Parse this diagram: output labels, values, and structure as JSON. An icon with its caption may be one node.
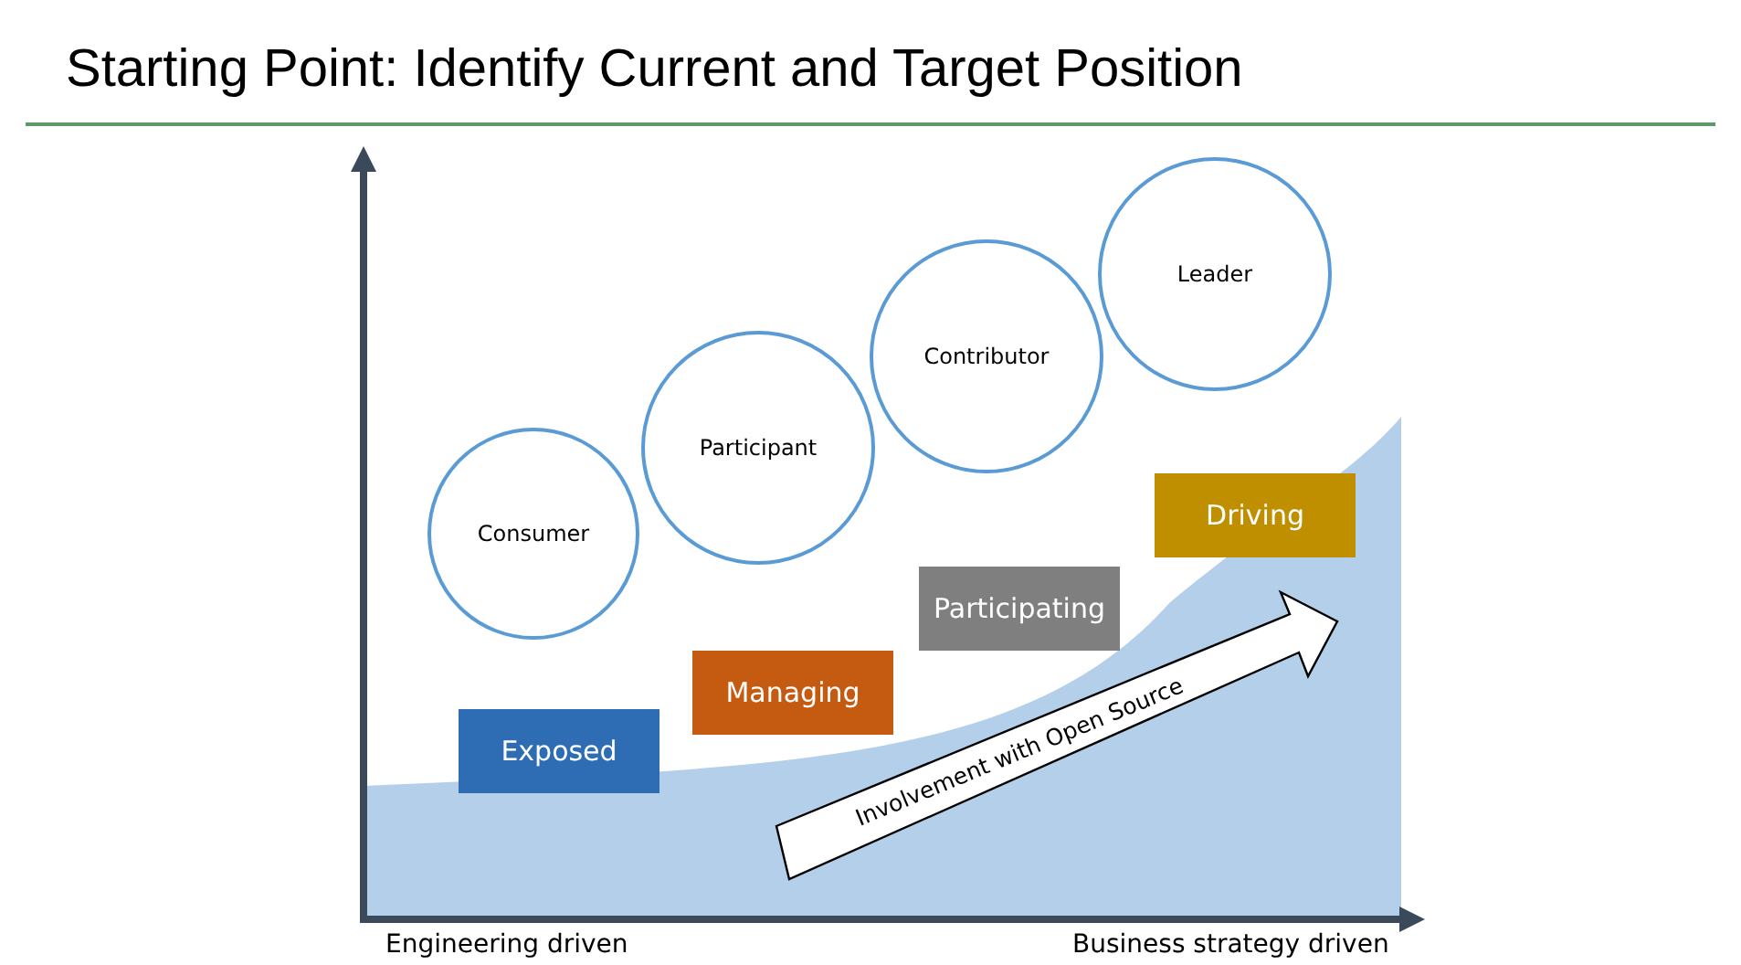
{
  "diagram": {
    "title": "Starting Point: Identify Current and Target Position",
    "nodes": [
      {
        "text": [
          "Consumer"
        ]
      },
      {
        "text": [
          "Participant"
        ]
      },
      {
        "text": [
          "Contributor"
        ]
      },
      {
        "text": [
          "Leader"
        ]
      },
      {
        "text": [
          "Exposed"
        ]
      },
      {
        "text": [
          "Managing"
        ]
      },
      {
        "text": [
          "Participating"
        ]
      },
      {
        "text": [
          "Driving"
        ]
      }
    ],
    "labels": [
      "Involvement with Open Source",
      "Engineering driven",
      "Business strategy driven"
    ]
  }
}
